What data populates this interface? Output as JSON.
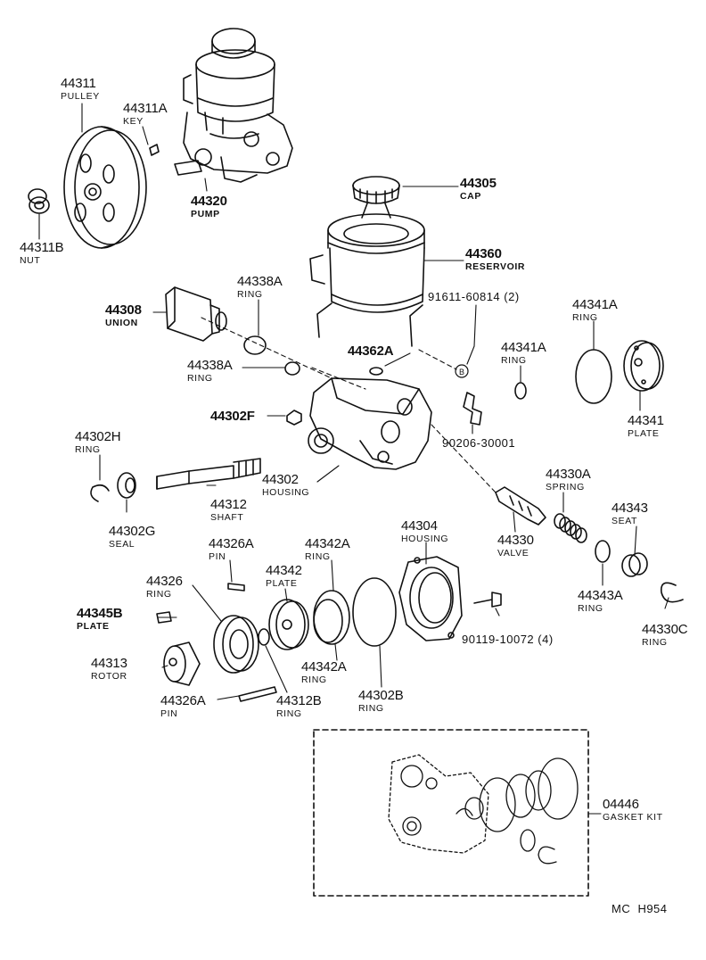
{
  "figure_code": "MC  H954",
  "parts": {
    "p44311": {
      "num": "44311",
      "name": "PULLEY"
    },
    "p44311A": {
      "num": "44311A",
      "name": "KEY"
    },
    "p44311B": {
      "num": "44311B",
      "name": "NUT"
    },
    "p44320": {
      "num": "44320",
      "name": "PUMP"
    },
    "p44305": {
      "num": "44305",
      "name": "CAP"
    },
    "p44360": {
      "num": "44360",
      "name": "RESERVOIR"
    },
    "p91611": {
      "num": "91611-60814 (2)"
    },
    "p44338A_top": {
      "num": "44338A",
      "name": "RING"
    },
    "p44308": {
      "num": "44308",
      "name": "UNION"
    },
    "p44341A_top": {
      "num": "44341A",
      "name": "RING"
    },
    "p44362A": {
      "num": "44362A"
    },
    "p44338A_bot": {
      "num": "44338A",
      "name": "RING"
    },
    "p44341A_mid": {
      "num": "44341A",
      "name": "RING"
    },
    "p44341": {
      "num": "44341",
      "name": "PLATE"
    },
    "p44302F": {
      "num": "44302F"
    },
    "p90206": {
      "num": "90206-30001"
    },
    "p44302H": {
      "num": "44302H",
      "name": "RING"
    },
    "p44302": {
      "num": "44302",
      "name": "HOUSING"
    },
    "p44312": {
      "num": "44312",
      "name": "SHAFT"
    },
    "p44302G": {
      "num": "44302G",
      "name": "SEAL"
    },
    "p44330A": {
      "num": "44330A",
      "name": "SPRING"
    },
    "p44343": {
      "num": "44343",
      "name": "SEAT"
    },
    "p44330": {
      "num": "44330",
      "name": "VALVE"
    },
    "p44326A_top": {
      "num": "44326A",
      "name": "PIN"
    },
    "p44342A_top": {
      "num": "44342A",
      "name": "RING"
    },
    "p44304": {
      "num": "44304",
      "name": "HOUSING"
    },
    "p44326": {
      "num": "44326",
      "name": "RING"
    },
    "p44342": {
      "num": "44342",
      "name": "PLATE"
    },
    "p44343A": {
      "num": "44343A",
      "name": "RING"
    },
    "p44345B": {
      "num": "44345B",
      "name": "PLATE"
    },
    "p44330C": {
      "num": "44330C",
      "name": "RING"
    },
    "p90119": {
      "num": "90119-10072 (4)"
    },
    "p44313": {
      "num": "44313",
      "name": "ROTOR"
    },
    "p44342A_bot": {
      "num": "44342A",
      "name": "RING"
    },
    "p44326A_bot": {
      "num": "44326A",
      "name": "PIN"
    },
    "p44312B": {
      "num": "44312B",
      "name": "RING"
    },
    "p44302B": {
      "num": "44302B",
      "name": "RING"
    },
    "p04446": {
      "num": "04446",
      "name": "GASKET KIT"
    }
  },
  "marker_b": "B"
}
